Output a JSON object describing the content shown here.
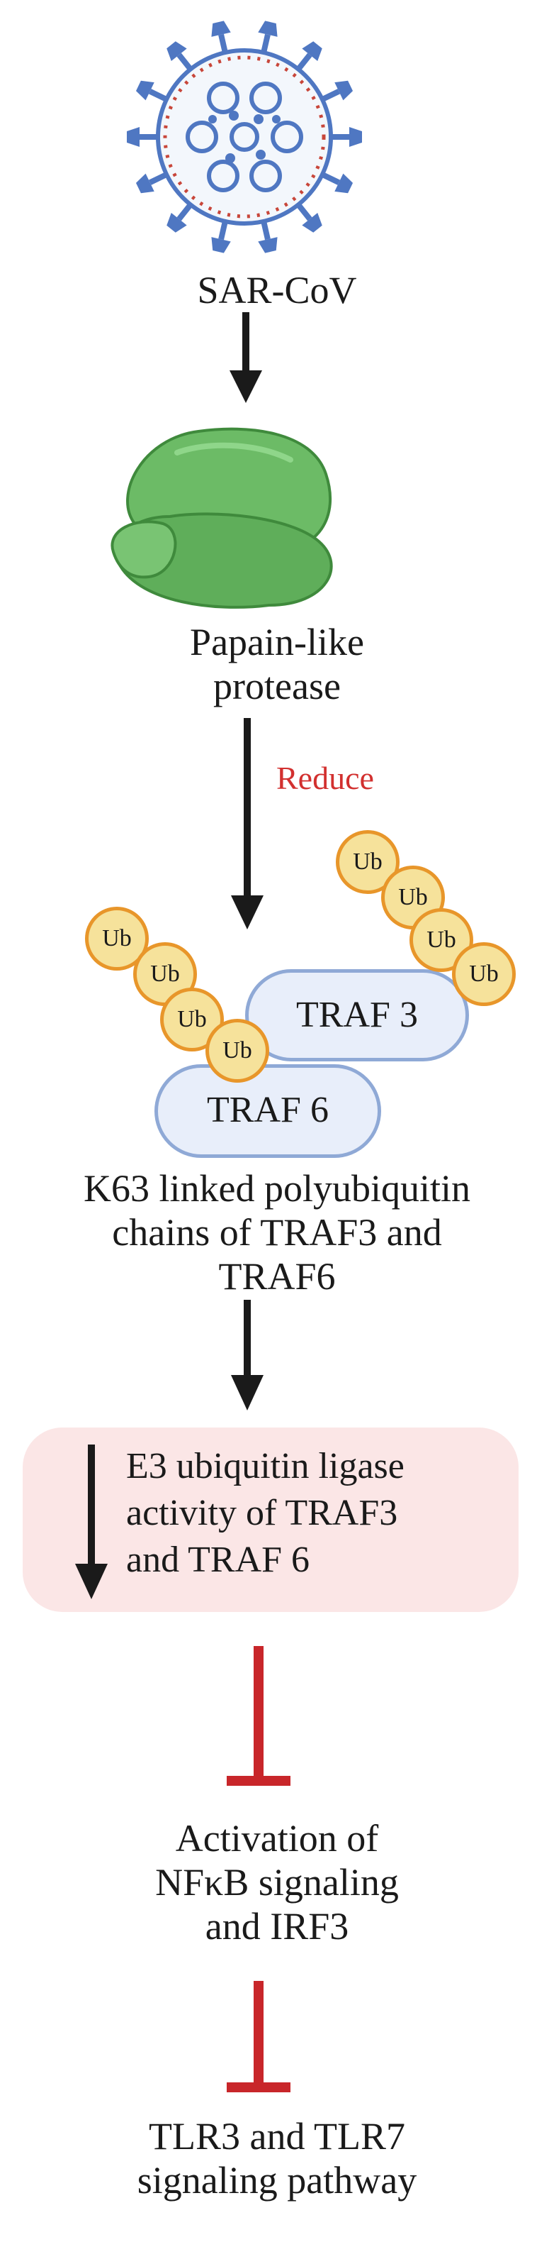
{
  "nodes": {
    "virus": "SAR-CoV",
    "protease": "Papain-like\nprotease",
    "traf3": "TRAF 3",
    "traf6": "TRAF 6",
    "k63": "K63 linked polyubiquitin\nchains of TRAF3 and\nTRAF6",
    "e3": "E3 ubiquitin ligase\nactivity of TRAF3\nand TRAF 6",
    "nfkb": "Activation of\nNFκB signaling\nand IRF3",
    "tlr": "TLR3 and TLR7\nsignaling pathway"
  },
  "edges": {
    "reduce_label": "Reduce"
  },
  "ubiquitin": {
    "label": "Ub"
  },
  "colors": {
    "arrow": "#1a1a1a",
    "inhibit": "#c8262a",
    "reduce_text": "#d2302f",
    "ub_fill": "#f6e29b",
    "ub_stroke": "#e8962a",
    "traf_fill": "#e8eefa",
    "traf_stroke": "#8fa9d6",
    "protease": "#5fae5a",
    "virus_spike": "#4f77c2",
    "box_fill": "#fbe6e6"
  }
}
